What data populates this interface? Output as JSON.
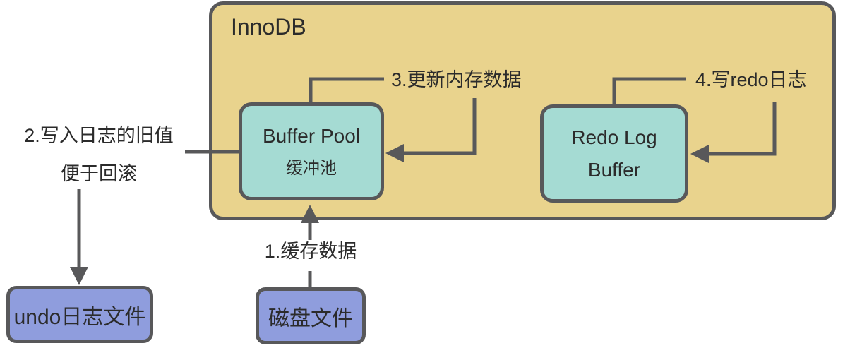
{
  "colors": {
    "background": "#ffffff",
    "container_fill": "#e9d38d",
    "memory_box_fill": "#a5dbd3",
    "disk_box_fill": "#8f9ddd",
    "border": "#58585a",
    "text": "#2b2b2b"
  },
  "innodb": {
    "title": "InnoDB",
    "buffer_pool": {
      "line1": "Buffer Pool",
      "line2": "缓冲池"
    },
    "redo_log_buffer": {
      "line1": "Redo Log",
      "line2": "Buffer"
    }
  },
  "external_nodes": {
    "undo_log_file": "undo日志文件",
    "disk_file": "磁盘文件"
  },
  "steps": {
    "step1": "1.缓存数据",
    "step2_line1": "2.写入日志的旧值",
    "step2_line2": "便于回滚",
    "step3": "3.更新内存数据",
    "step4": "4.写redo日志"
  }
}
